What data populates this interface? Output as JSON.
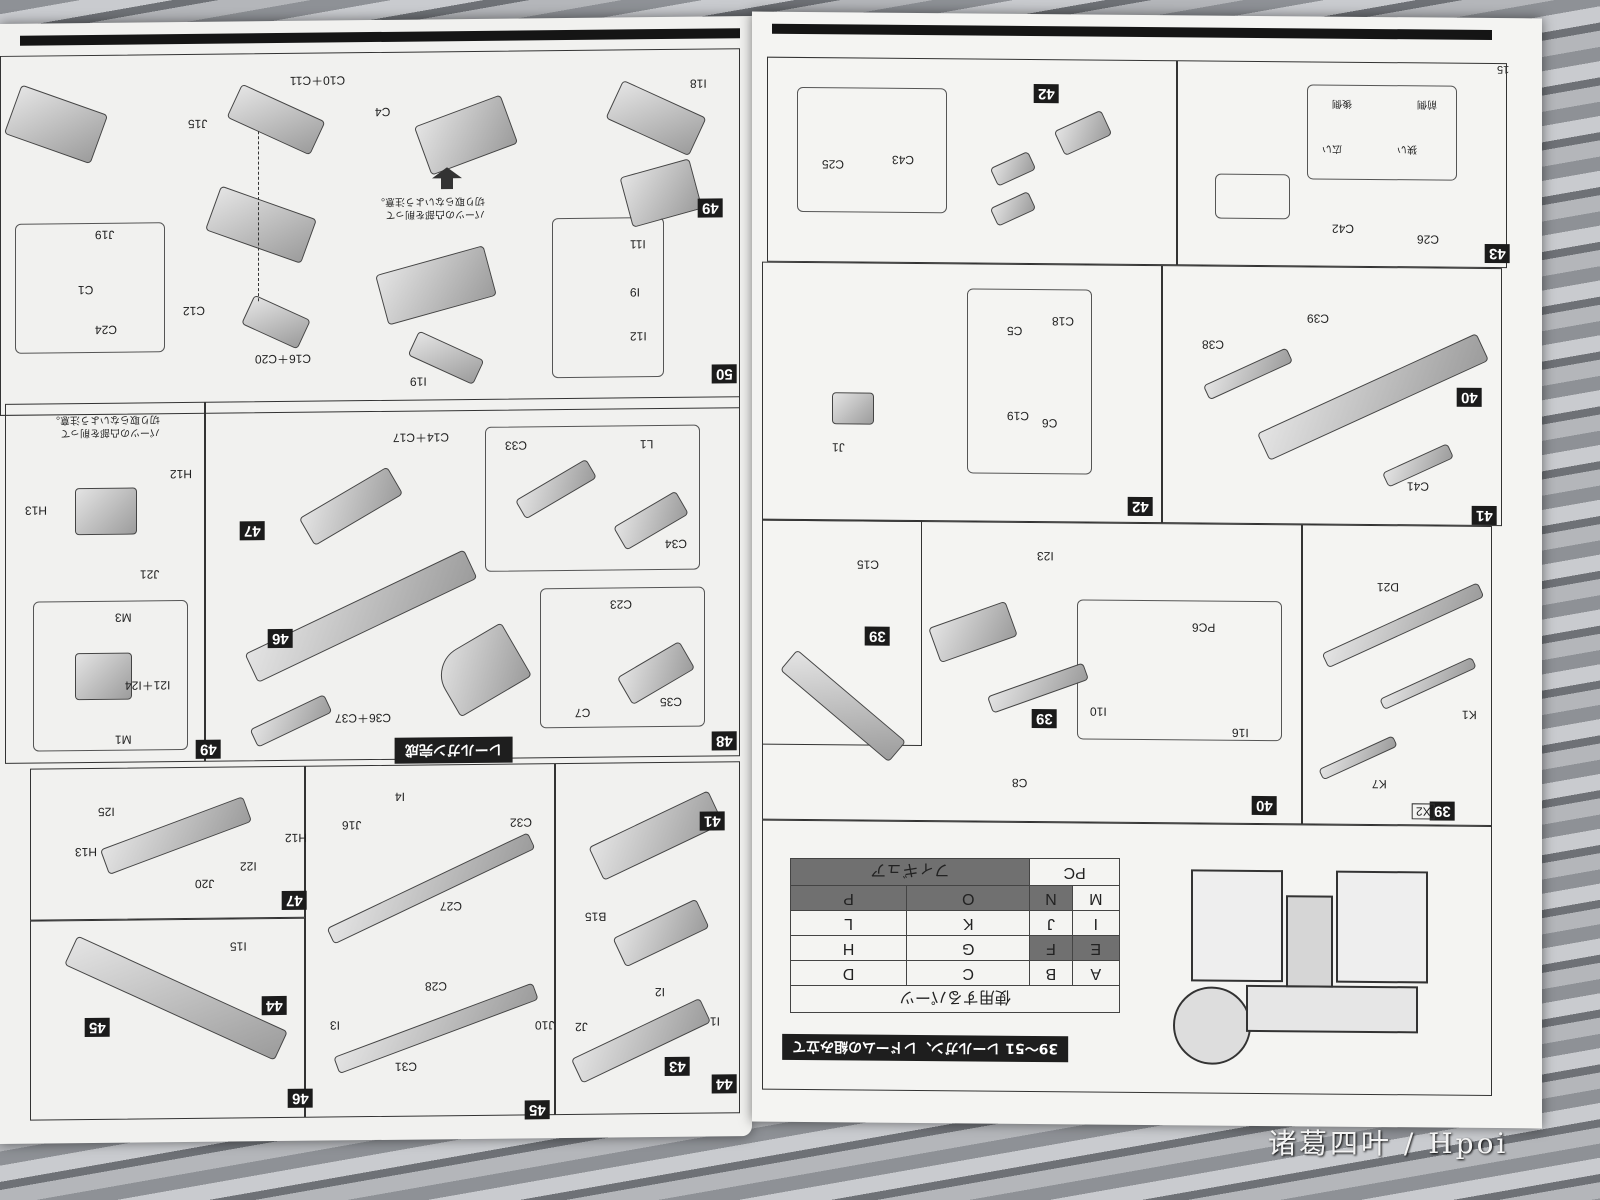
{
  "section_title": "39～51 レールガン、レドームの組み立て",
  "page_number": "15",
  "parts_table": {
    "heading": "使用するパーツ",
    "rows": [
      [
        "A",
        "B",
        "C",
        "D"
      ],
      [
        "E",
        "F",
        "G",
        "H"
      ],
      [
        "I",
        "J",
        "K",
        "L"
      ],
      [
        "M",
        "N",
        "O",
        "P"
      ]
    ],
    "footer": [
      "PC",
      "フィギュア"
    ],
    "shaded": [
      "E",
      "F",
      "N",
      "O",
      "P",
      "フィギュア"
    ]
  },
  "steps": {
    "s39": "39",
    "s39_mult": "X2",
    "s40": "40",
    "s41": "41",
    "s42a": "42",
    "s42b": "42",
    "s43": "43",
    "s44": "44",
    "s45": "45",
    "s46": "46",
    "s47": "47",
    "s48": "48",
    "s49": "49",
    "s50": "50"
  },
  "labels": {
    "railgun_complete": "レールガン完成",
    "caution_1": "パーツの凸部を削って\n切り取らないよう注意。",
    "caution_2": "パーツの凸部を削って\n切り取らないよう注意。",
    "wide": "広い",
    "narrow": "狭い",
    "front": "前側",
    "rear": "後側"
  },
  "part_labels": {
    "left": [
      "C10＋C11",
      "J15",
      "C4",
      "I18",
      "J19",
      "C1",
      "C24",
      "C12",
      "C16＋C20",
      "I19",
      "I11",
      "I9",
      "I12",
      "C14＋C17",
      "L1",
      "C33",
      "C34",
      "C23",
      "C35",
      "C7",
      "C36＋C37",
      "H12",
      "H13",
      "J21",
      "M3",
      "I21＋I24",
      "M1",
      "I25",
      "H12",
      "I22",
      "J20",
      "H13",
      "C32",
      "I4",
      "J16",
      "C27",
      "C28",
      "J10",
      "C31",
      "I3",
      "I15",
      "B15",
      "I2",
      "J2",
      "I1"
    ],
    "right": [
      "C25",
      "C43",
      "C26",
      "C42",
      "C18",
      "C5",
      "C19",
      "C6",
      "J1",
      "C39",
      "C38",
      "C41",
      "C15",
      "I23",
      "PC6",
      "I10",
      "I16",
      "C8",
      "D21",
      "K1",
      "K7"
    ]
  },
  "watermark": "诸葛四叶 / Hpoi"
}
